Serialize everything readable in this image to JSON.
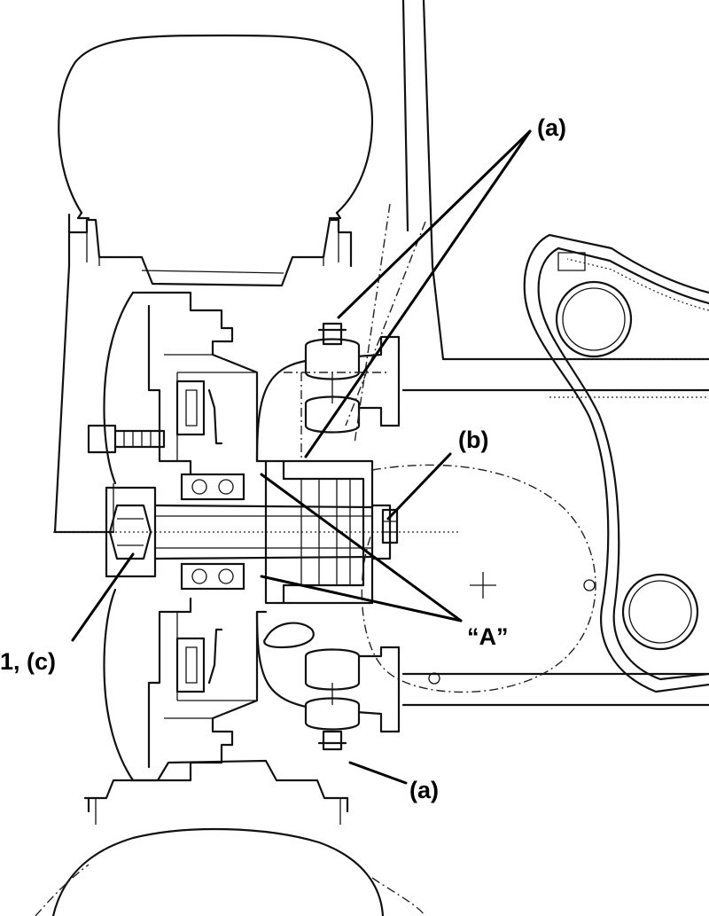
{
  "labels": {
    "a_top": "(a)",
    "a_bottom": "(a)",
    "b": "(b)",
    "A": "“A”",
    "one_c": "1, (c)"
  }
}
